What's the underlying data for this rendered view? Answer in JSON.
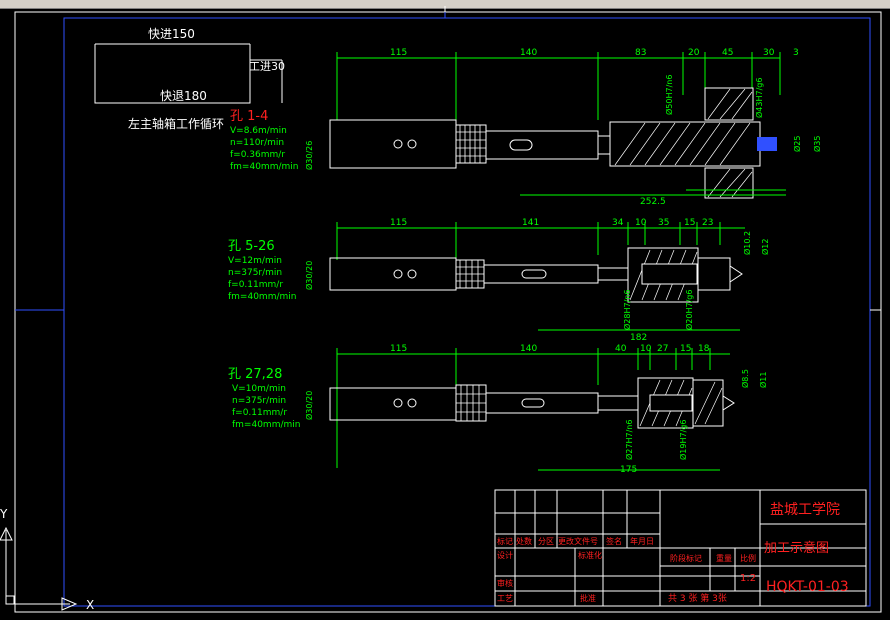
{
  "window": {
    "title_bar": ""
  },
  "cycle": {
    "fast_in": "快进150",
    "work_in": "工进30",
    "fast_out": "快退180",
    "caption": "左主轴箱工作循环"
  },
  "ops": [
    {
      "title": "孔 1-4",
      "v": "V=8.6m/min",
      "n": "n=110r/min",
      "f": "f=0.36mm/r",
      "fm": "fm=40mm/min"
    },
    {
      "title": "孔 5-26",
      "v": "V=12m/min",
      "n": "n=375r/min",
      "f": "f=0.11mm/r",
      "fm": "fm=40mm/min"
    },
    {
      "title": "孔 27,28",
      "v": "V=10m/min",
      "n": "n=375r/min",
      "f": "f=0.11mm/r",
      "fm": "fm=40mm/min"
    }
  ],
  "dims": {
    "r1": {
      "d1": "115",
      "d2": "140",
      "d3": "83",
      "d4": "20",
      "d5": "45",
      "d6": "30",
      "d7": "3",
      "total": "252.5",
      "shank": "Ø30/26",
      "fit1": "Ø50H7/n6",
      "fit2": "Ø43H7/g6",
      "bore1": "Ø35",
      "bore2": "Ø25"
    },
    "r2": {
      "d1": "115",
      "d2": "141",
      "d3": "34",
      "d4": "10",
      "d5": "35",
      "d6": "15",
      "d7": "23",
      "total": "182",
      "shank": "Ø30/20",
      "fit1": "Ø28H7/n6",
      "fit2": "Ø20H7/g6",
      "bore1": "Ø10.2",
      "bore2": "Ø12"
    },
    "r3": {
      "d1": "115",
      "d2": "140",
      "d3": "40",
      "d4": "10",
      "d5": "27",
      "d6": "15",
      "d7": "18",
      "total": "175",
      "shank": "Ø30/20",
      "fit1": "Ø27H7/n6",
      "fit2": "Ø19H7/g6",
      "bore1": "Ø8.5",
      "bore2": "Ø11"
    }
  },
  "title_block": {
    "school": "盐城工学院",
    "drawing_name": "加工示意图",
    "drawing_no": "HQKT-01-03",
    "scale": "1:2",
    "stage_label": "阶段标记",
    "weight_label": "重量",
    "scale_label": "比例",
    "sheets": "共 3 张  第 3张",
    "rev_row": [
      "标记",
      "处数",
      "分区",
      "更改文件号",
      "签名",
      "年月日"
    ],
    "design": "设计",
    "standard": "标准化",
    "review": "审核",
    "process": "工艺",
    "approve": "批准"
  },
  "ucs": {
    "y_label": "Y",
    "x_label": "X"
  },
  "colors": {
    "green": "#00ff00",
    "red": "#ff2020",
    "white": "#ffffff",
    "blue": "#3050ff"
  }
}
